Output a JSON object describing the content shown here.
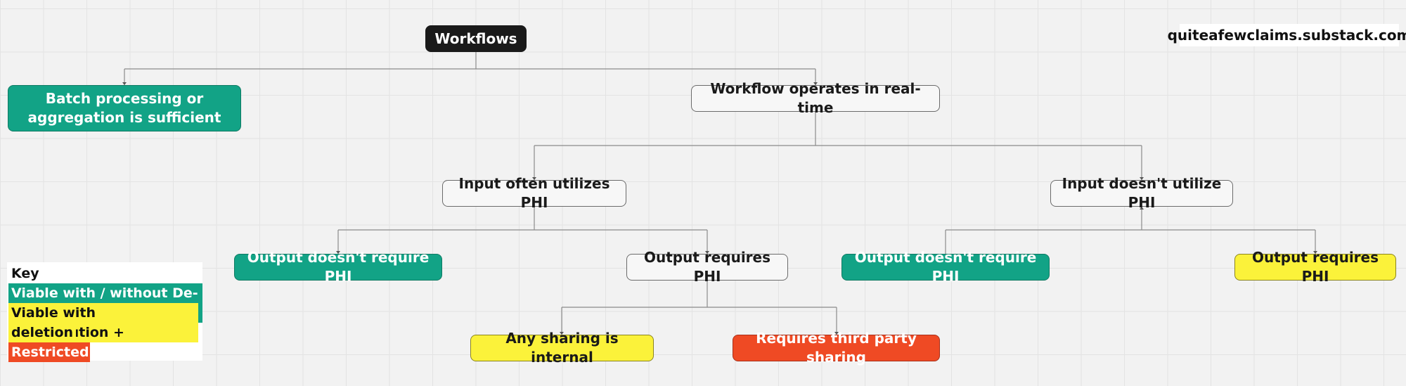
{
  "credit": "quiteafewclaims.substack.com",
  "nodes": {
    "workflows": "Workflows",
    "batch": "Batch processing or aggregation is sufficient",
    "realtime": "Workflow operates in real-time",
    "input_phi": "Input often utilizes PHI",
    "input_no_phi": "Input doesn't utilize PHI",
    "out_no_phi_1": "Output doesn't require PHI",
    "out_phi_1": "Output requires PHI",
    "out_no_phi_2": "Output doesn't require PHI",
    "out_phi_2": "Output requires PHI",
    "internal": "Any sharing is internal",
    "third_party": "Requires third party sharing"
  },
  "key": {
    "title": "Key",
    "green": "Viable with / without De-ID",
    "yellow_line1": "Viable with reattribution +",
    "yellow_line2": "deletion",
    "red": "Restricted"
  },
  "colors": {
    "green": "#12a386",
    "yellow": "#fbf23a",
    "red": "#ef4a24",
    "root": "#1a1a1a",
    "line": "#8a8a8a"
  }
}
